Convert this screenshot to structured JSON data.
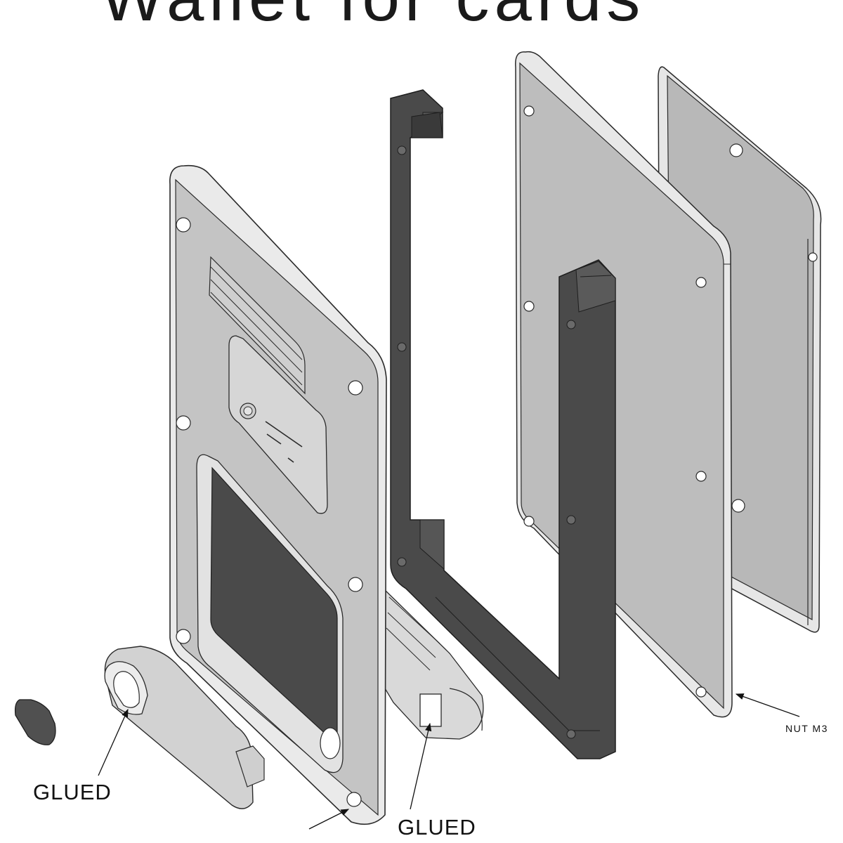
{
  "title": "Wallet for cards",
  "labels": {
    "glued_left": "GLUED",
    "glued_bottom": "GLUED",
    "nut": "NUT M3"
  },
  "colors": {
    "light_part": "#b9b9b9",
    "light_part_face": "#c4c4c4",
    "edge_highlight": "#e9e9e9",
    "dark_part": "#4d4d4d",
    "dark_part_face": "#474747",
    "outline": "#2a2a2a"
  }
}
